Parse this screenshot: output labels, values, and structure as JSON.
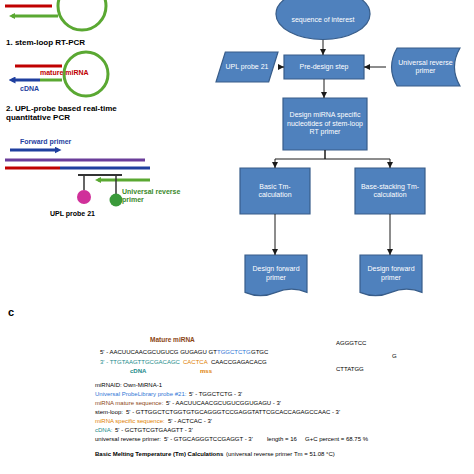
{
  "diagram": {
    "nodes": [
      {
        "text": [
          "sequence of interest"
        ]
      },
      {
        "text": [
          "UPL probe 21"
        ]
      },
      {
        "text": [
          "Pre-design step"
        ]
      },
      {
        "text": [
          "Universal reverse primer"
        ]
      },
      {
        "text": [
          "Design miRNA specific nucleotides of stem-loop RT primer"
        ]
      },
      {
        "text": [
          "Basic Tm-calculation"
        ]
      },
      {
        "text": [
          "Base-stacking Tm-calculation"
        ]
      },
      {
        "text": [
          "Design forward primer"
        ]
      },
      {
        "text": [
          "Design forward primer"
        ]
      }
    ],
    "edges": [
      {
        "from": 0,
        "to": 2,
        "arrow": "to"
      },
      {
        "from": 1,
        "to": 2,
        "arrow": "to"
      },
      {
        "from": 3,
        "to": 2,
        "arrow": "to"
      },
      {
        "from": 2,
        "to": 4,
        "arrow": "to"
      },
      {
        "from": 4,
        "to": 5,
        "arrow": "to"
      },
      {
        "from": 4,
        "to": 6,
        "arrow": "to"
      },
      {
        "from": 5,
        "to": 7,
        "arrow": "to"
      },
      {
        "from": 6,
        "to": 8,
        "arrow": "to"
      }
    ],
    "labels": [
      "1. stem-loop RT-PCR",
      "mature miRNA",
      "cDNA",
      "2. UPL-probe based real-time quantitative PCR",
      "Forward primer",
      "UPL probe 21",
      "Universal reverse primer",
      "c",
      "Mature miRNA",
      "AGGGTCC",
      "5' - AACUUCAACGCUGUCG GUGAGU GT",
      "TGGCTCTG",
      "GTGC",
      "G",
      "3' - TTGTAAGTTGCGACAGC",
      "CACTCA",
      "CAACCGAGACACG",
      "CTTATGG",
      "cDNA",
      "mss",
      "miRNAID: Own-MiRNA-1",
      "Universal ProbeLibrary probe #21:",
      "5' - TGGCTCTG - 3'",
      "miRNA mature sequence:",
      "5' - AACUUCAACGCUGUCGGUGAGU - 3'",
      "stem-loop:",
      "5' - GTTGGCTCTGGTGTGCAGGGTCCGAGGTATTCGCACCAGAGCCAAC - 3'",
      "miRNA specific sequence:",
      "5' - ACTCAC - 3'",
      "cDNA:",
      "5' - GCTGTCGTGAAGTT - 3'",
      "universal reverse primer:",
      "5' - GTGCAGGGTCCGAGGT - 3'",
      "length = 16",
      "G+C percent = 68.75 %",
      "Basic Melting Temperature (Tm) Calculations",
      "(universal reverse primer Tm = 51.08 °C)"
    ]
  }
}
